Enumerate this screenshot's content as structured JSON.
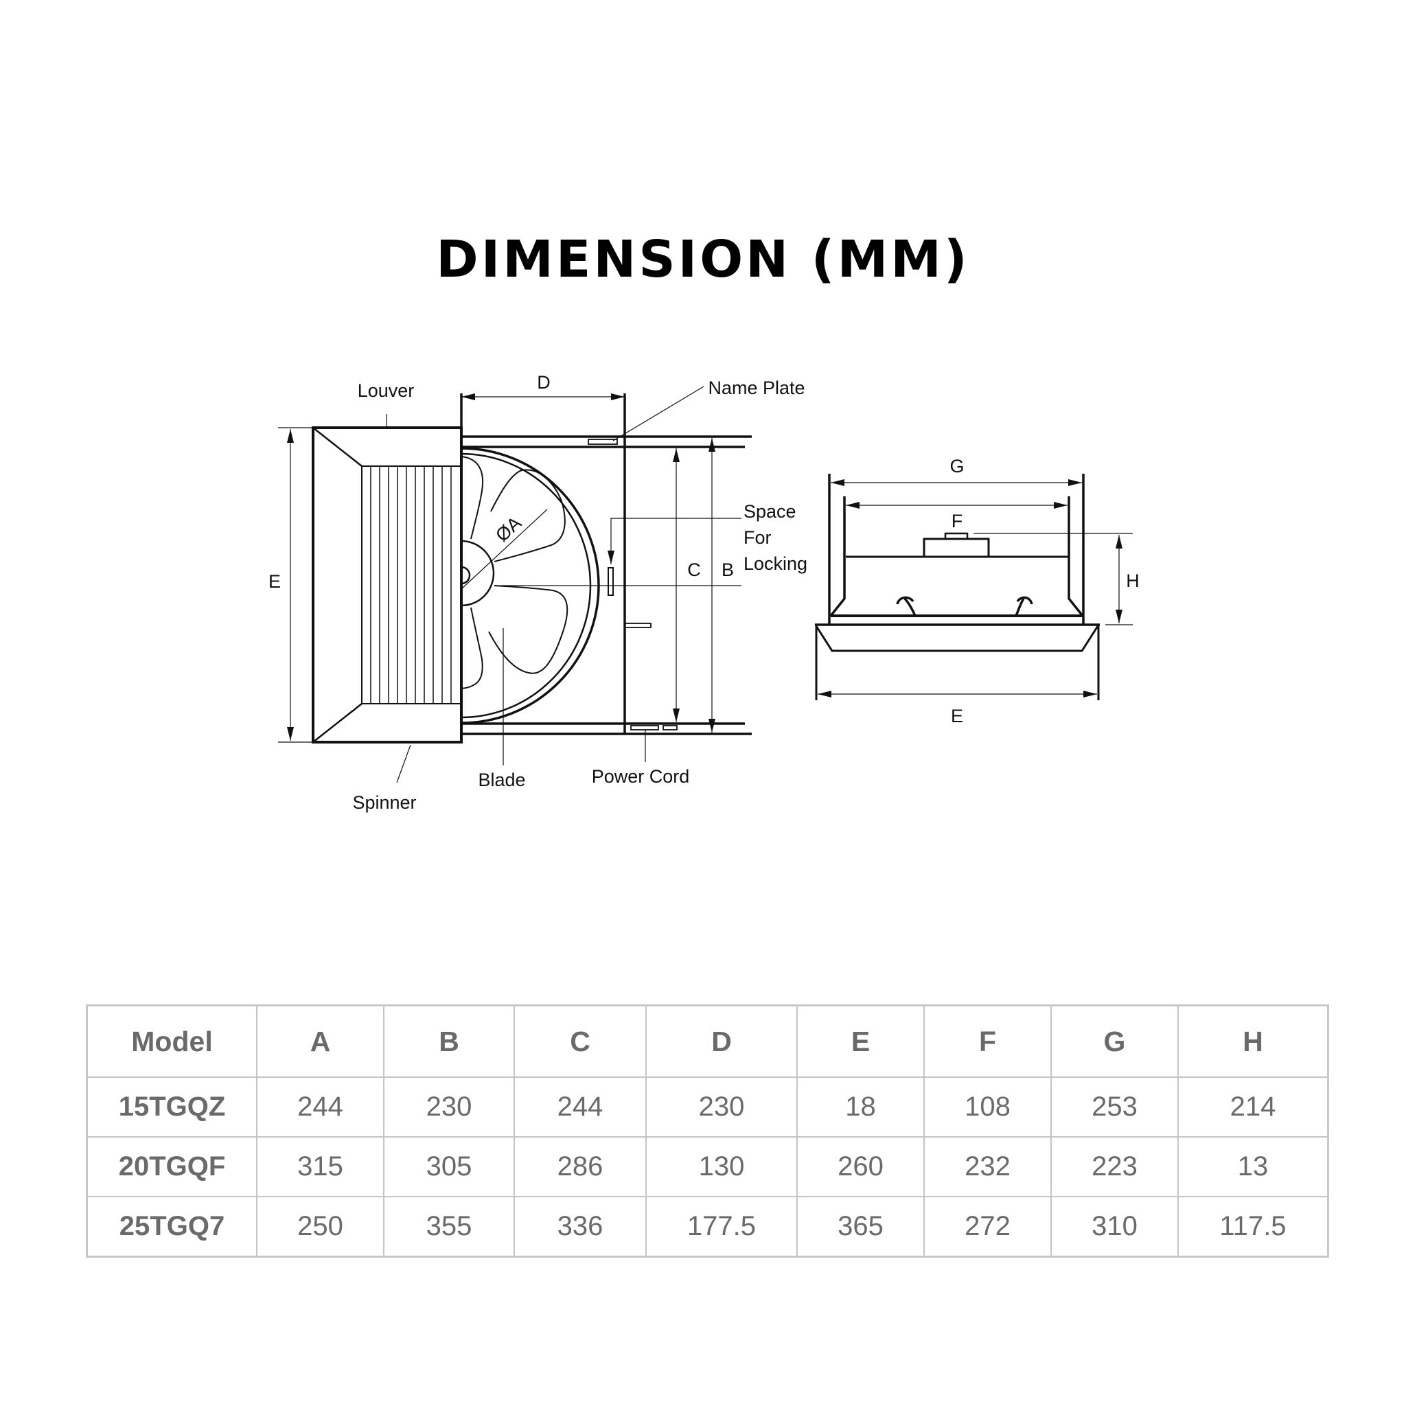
{
  "title": "DIMENSION (MM)",
  "diagram": {
    "front_view_labels": {
      "louver": "Louver",
      "spinner": "Spinner",
      "blade": "Blade",
      "power_cord": "Power Cord",
      "name_plate": "Name Plate",
      "space_for_locking_line1": "Space",
      "space_for_locking_line2": "For",
      "space_for_locking_line3": "Locking",
      "dim_d": "D",
      "dim_e": "E",
      "dim_c": "C",
      "dim_b": "B",
      "dim_a": "ØA"
    },
    "side_view_labels": {
      "dim_g": "G",
      "dim_f": "F",
      "dim_h": "H",
      "dim_e": "E"
    }
  },
  "table": {
    "headers": [
      "Model",
      "A",
      "B",
      "C",
      "D",
      "E",
      "F",
      "G",
      "H"
    ],
    "rows": [
      [
        "15TGQZ",
        "244",
        "230",
        "244",
        "230",
        "18",
        "108",
        "253",
        "214"
      ],
      [
        "20TGQF",
        "315",
        "305",
        "286",
        "130",
        "260",
        "232",
        "223",
        "13"
      ],
      [
        "25TGQ7",
        "250",
        "355",
        "336",
        "177.5",
        "365",
        "272",
        "310",
        "117.5"
      ]
    ]
  }
}
